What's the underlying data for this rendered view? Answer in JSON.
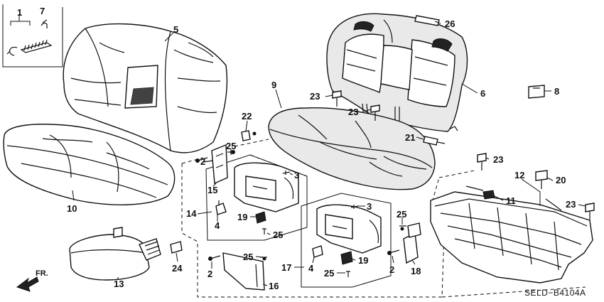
{
  "diagram": {
    "reference_code": "SELD−B4104A",
    "direction_label": "FR.",
    "callouts": [
      {
        "id": "1",
        "label": "1"
      },
      {
        "id": "7",
        "label": "7"
      },
      {
        "id": "5",
        "label": "5"
      },
      {
        "id": "26",
        "label": "26"
      },
      {
        "id": "6",
        "label": "6"
      },
      {
        "id": "8",
        "label": "8"
      },
      {
        "id": "9",
        "label": "9"
      },
      {
        "id": "23a",
        "label": "23"
      },
      {
        "id": "23b",
        "label": "23"
      },
      {
        "id": "22",
        "label": "22"
      },
      {
        "id": "21",
        "label": "21"
      },
      {
        "id": "23c",
        "label": "23"
      },
      {
        "id": "12",
        "label": "12"
      },
      {
        "id": "20",
        "label": "20"
      },
      {
        "id": "11",
        "label": "11"
      },
      {
        "id": "23d",
        "label": "23"
      },
      {
        "id": "25a",
        "label": "25"
      },
      {
        "id": "2a",
        "label": "2"
      },
      {
        "id": "3a",
        "label": "3"
      },
      {
        "id": "15",
        "label": "15"
      },
      {
        "id": "10",
        "label": "10"
      },
      {
        "id": "14",
        "label": "14"
      },
      {
        "id": "4a",
        "label": "4"
      },
      {
        "id": "19a",
        "label": "19"
      },
      {
        "id": "25b",
        "label": "25"
      },
      {
        "id": "3b",
        "label": "3"
      },
      {
        "id": "25c",
        "label": "25"
      },
      {
        "id": "24",
        "label": "24"
      },
      {
        "id": "13",
        "label": "13"
      },
      {
        "id": "2b",
        "label": "2"
      },
      {
        "id": "25d",
        "label": "25"
      },
      {
        "id": "16",
        "label": "16"
      },
      {
        "id": "17",
        "label": "17"
      },
      {
        "id": "4b",
        "label": "4"
      },
      {
        "id": "25e",
        "label": "25"
      },
      {
        "id": "19b",
        "label": "19"
      },
      {
        "id": "2c",
        "label": "2"
      },
      {
        "id": "18",
        "label": "18"
      }
    ]
  }
}
